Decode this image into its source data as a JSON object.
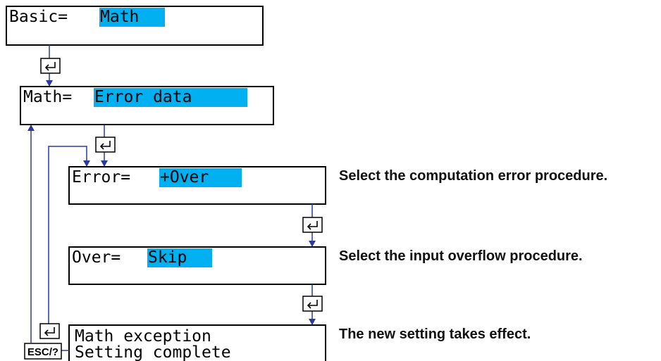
{
  "screens": {
    "basic": {
      "prefix": "Basic=",
      "value": "Math"
    },
    "math": {
      "prefix": "Math=",
      "value": "Error data"
    },
    "error": {
      "prefix": "Error=",
      "value": "+Over"
    },
    "over": {
      "prefix": "Over=",
      "value": "Skip"
    },
    "complete": {
      "line1": "Math exception",
      "line2": "Setting complete"
    }
  },
  "descriptions": {
    "error": "Select the computation error procedure.",
    "over": "Select the input overflow procedure.",
    "complete": "The new setting takes effect."
  },
  "keys": {
    "enter_icon": "enter-key-icon",
    "esc_label": "ESC/?"
  },
  "colors": {
    "highlight": "#00b0f0",
    "arrow": "#2a3a9a",
    "border": "#000000"
  }
}
